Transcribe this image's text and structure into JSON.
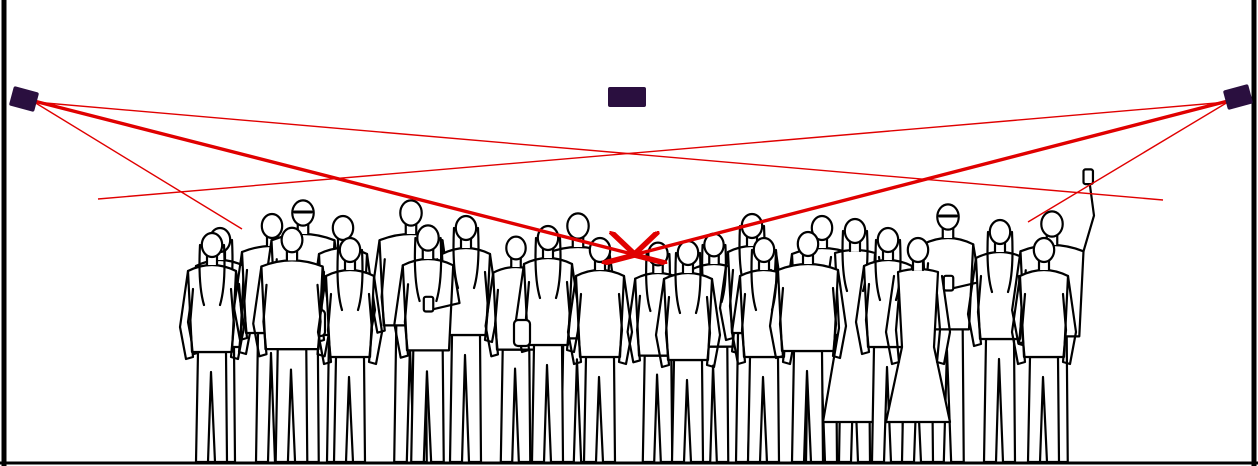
{
  "colors": {
    "background": "#ffffff",
    "walls": "#000000",
    "sensor": "#2a0f3f",
    "beam": "#e00000",
    "people_outline": "#000000",
    "people_fill": "#ffffff"
  },
  "elements": {
    "sensors": [
      {
        "name": "left-wall-sensor-icon",
        "icon": "sensor-box"
      },
      {
        "name": "center-ceiling-sensor-icon",
        "icon": "sensor-box"
      },
      {
        "name": "right-wall-sensor-icon",
        "icon": "sensor-box"
      }
    ],
    "beams": {
      "field_of_view_lines": 4,
      "direct_paths": 2,
      "direct_paths_end": "double-headed-arrow"
    },
    "crowd": {
      "icon": "crowd-silhouette",
      "people_count": 28
    }
  }
}
